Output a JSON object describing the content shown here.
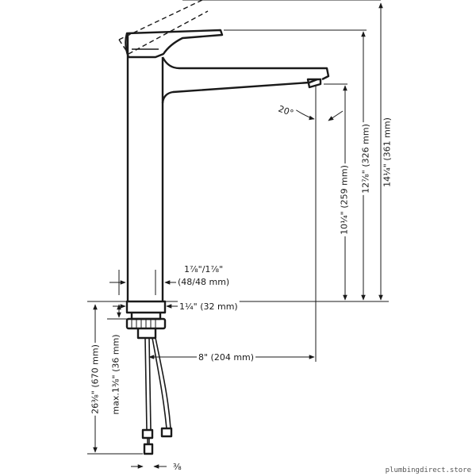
{
  "diagram": {
    "dimensions": {
      "total_height": "14¼\" (361 mm)",
      "lever_height": "12⅞\" (326 mm)",
      "spout_height": "10¼\" (259 mm)",
      "spout_angle": "20°",
      "body_width_line1": "1⅞\"/1⅞\"",
      "body_width_line2": "(48/48 mm)",
      "base_width": "1¼\" (32 mm)",
      "spout_reach": "8\" (204 mm)",
      "hose_length": "26⅜\" (670 mm)",
      "max_deck": "max.1⅜\" (36 mm)",
      "connection": "⅜"
    },
    "watermark": "plumbingdirect.store"
  }
}
